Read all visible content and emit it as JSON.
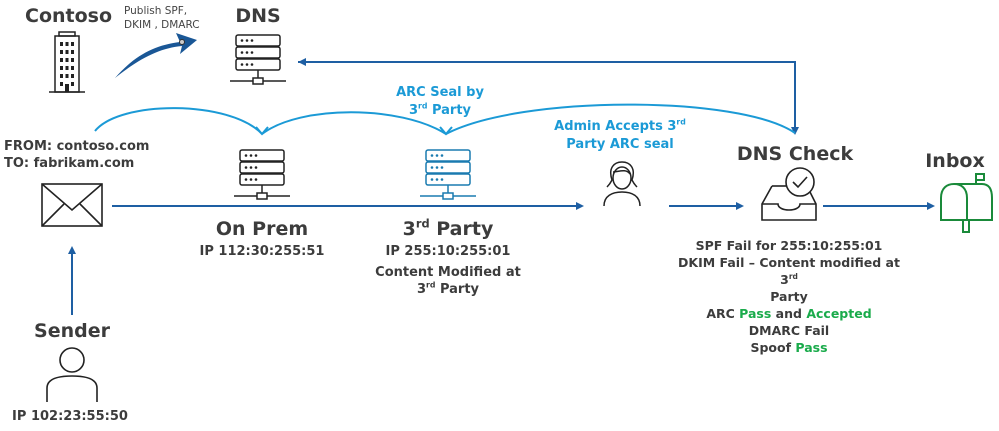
{
  "colors": {
    "flow_arrow": "#1e5fa3",
    "arc_seal": "#1b9ad6",
    "third_party_server": "#1a7bb0",
    "inbox": "#1a8a3a",
    "status_pass": "#1aab4b",
    "text": "#3c3c3c"
  },
  "contoso": {
    "title": "Contoso",
    "icon": "building-icon"
  },
  "publish": {
    "line1": "Publish SPF,",
    "line2": "DKIM , DMARC",
    "icon": "curved-arrow-icon"
  },
  "dns": {
    "title": "DNS",
    "icon": "server-icon"
  },
  "message": {
    "from": "FROM: contoso.com",
    "to": "TO: fabrikam.com",
    "icon": "envelope-icon"
  },
  "sender": {
    "title": "Sender",
    "ip": "IP 102:23:55:50",
    "icon": "person-icon"
  },
  "on_prem": {
    "title": "On Prem",
    "ip": "IP 112:30:255:51",
    "icon": "server-icon"
  },
  "third_party": {
    "title_num": "3",
    "title_sup": "rd",
    "title_rest": " Party",
    "ip": "IP 255:10:255:01",
    "note_line1": "Content Modified at",
    "note_line2_num": "3",
    "note_line2_sup": "rd",
    "note_line2_rest": " Party",
    "icon": "server-icon"
  },
  "arc_seal": {
    "line1": "ARC Seal by",
    "line2_num": "3",
    "line2_sup": "rd",
    "line2_rest": " Party"
  },
  "admin": {
    "line1_pre": "Admin Accepts 3",
    "line1_sup": "rd",
    "line2": "Party ARC seal",
    "icon": "admin-person-icon"
  },
  "dns_check": {
    "title": "DNS Check",
    "icon": "inbox-check-icon",
    "results": {
      "spf": "SPF Fail for 255:10:255:01",
      "dkim_pre": "DKIM Fail – Content modified at 3",
      "dkim_sup": "rd",
      "dkim_line2": "Party",
      "arc_pre": "ARC ",
      "arc_pass": "Pass",
      "arc_mid": " and ",
      "arc_accepted": "Accepted",
      "dmarc": "DMARC Fail",
      "spoof_pre": "Spoof ",
      "spoof_pass": "Pass"
    }
  },
  "inbox": {
    "title": "Inbox",
    "icon": "mailbox-icon"
  }
}
